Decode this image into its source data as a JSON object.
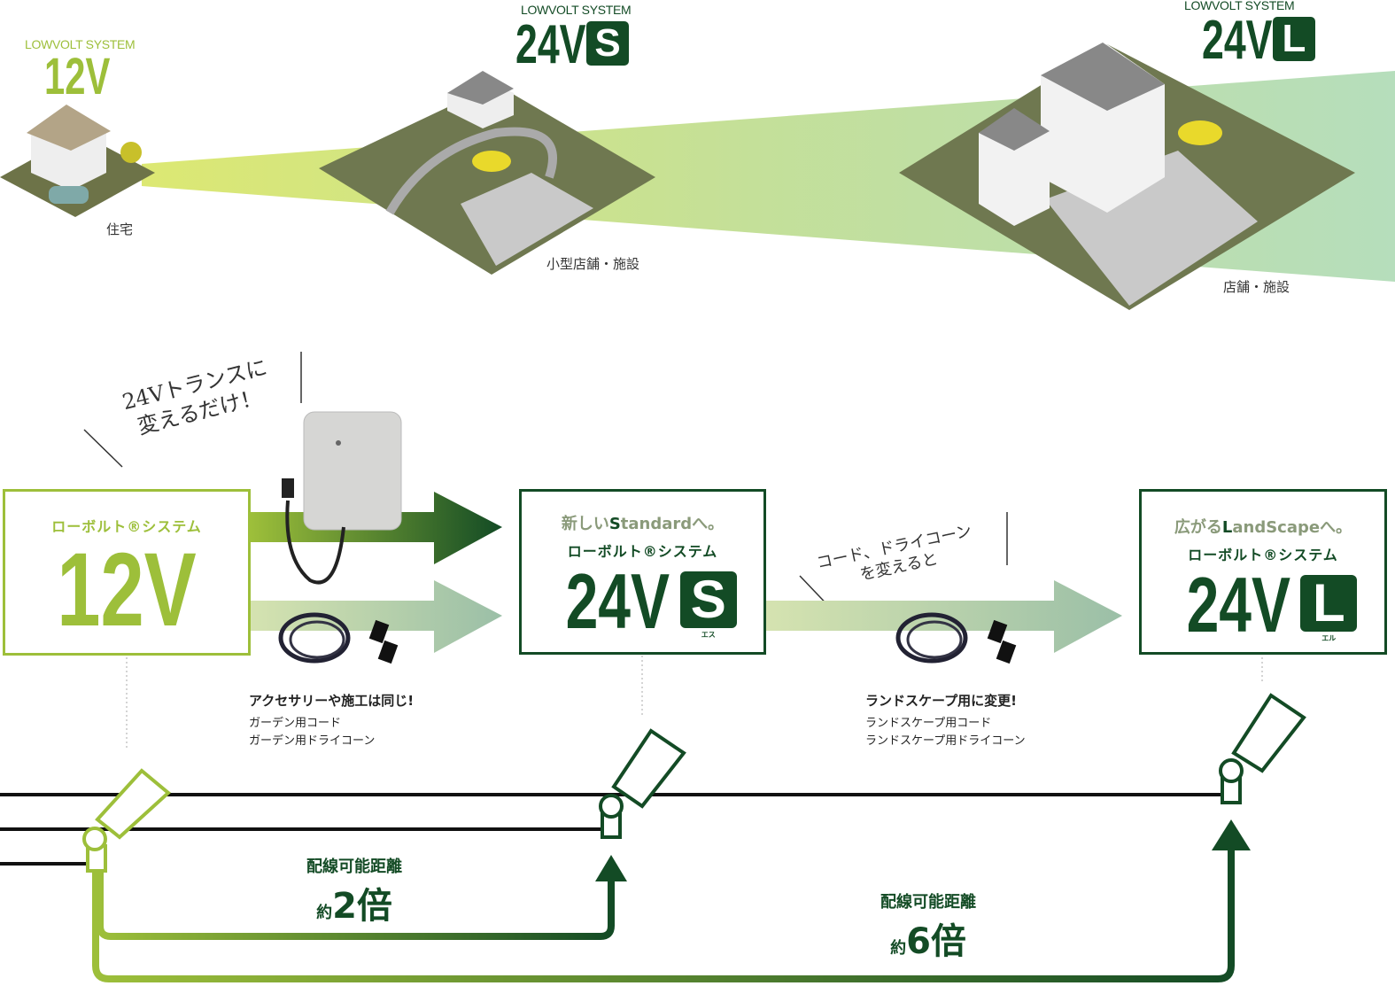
{
  "top": {
    "sys12": {
      "kicker": "LOWVOLT SYSTEM",
      "volt": "12V",
      "label": "住宅"
    },
    "sys24s": {
      "kicker": "LOWVOLT SYSTEM",
      "volt": "24V",
      "letter": "S",
      "label": "小型店舗・施設"
    },
    "sys24l": {
      "kicker": "LOWVOLT SYSTEM",
      "volt": "24V",
      "letter": "L",
      "label": "店舗・施設"
    }
  },
  "callout1": [
    "24Vトランスに",
    "変えるだけ！"
  ],
  "callout2": [
    "コード、ドライコーン",
    "を変えると"
  ],
  "box12": {
    "system": "ローボルト®システム",
    "volt": "12V"
  },
  "box24s": {
    "tag_pre": "新しい",
    "tag_em": "S",
    "tag_post": "tandardへ。",
    "system": "ローボルト®システム",
    "volt": "24V",
    "letter": "S",
    "reading": "エス"
  },
  "box24l": {
    "tag_pre": "広がる",
    "tag_em": "L",
    "tag_post": "andScapeへ。",
    "system": "ローボルト®システム",
    "volt": "24V",
    "letter": "L",
    "reading": "エル"
  },
  "note1": {
    "title": "アクセサリーや施工は同じ!",
    "items": [
      "ガーデン用コード",
      "ガーデン用ドライコーン"
    ]
  },
  "note2": {
    "title": "ランドスケープ用に変更!",
    "items": [
      "ランドスケープ用コード",
      "ランドスケープ用ドライコーン"
    ]
  },
  "dist1": {
    "label": "配線可能距離",
    "prefix": "約",
    "value": "2倍"
  },
  "dist2": {
    "label": "配線可能距離",
    "prefix": "約",
    "value": "6倍"
  },
  "colors": {
    "light": "#9dbf3a",
    "dark": "#134b25",
    "muted": "#8a9a7a"
  }
}
